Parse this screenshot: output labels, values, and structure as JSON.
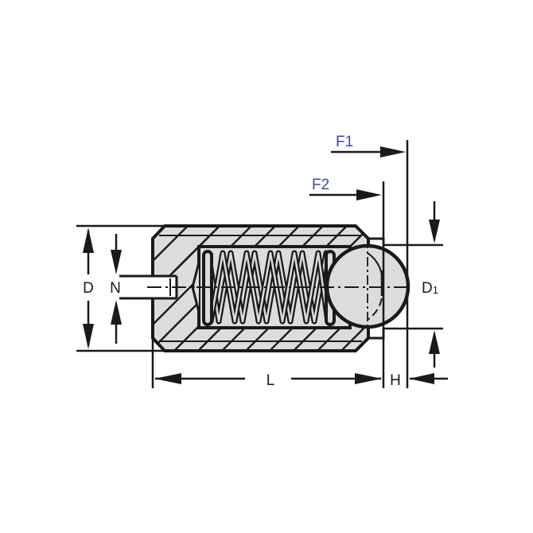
{
  "diagram": {
    "title": "Spring plunger with ball - dimension drawing",
    "labels": {
      "D": "D",
      "N": "N",
      "L": "L",
      "H": "H",
      "D1_main": "D",
      "D1_sub": "1",
      "F1": "F1",
      "F2": "F2"
    },
    "colors": {
      "line": "#1a1a1a",
      "fill": "#dcdcdc",
      "force_label": "#3d4a9e",
      "background": "#ffffff"
    }
  }
}
